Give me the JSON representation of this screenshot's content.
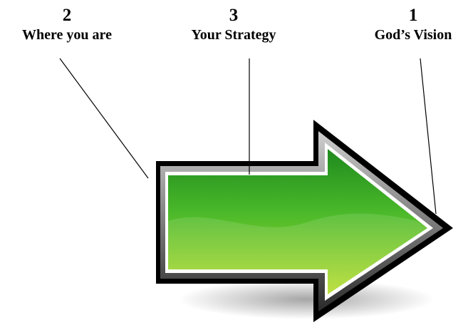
{
  "labels": [
    {
      "number": "2",
      "text": "Where you are"
    },
    {
      "number": "3",
      "text": "Your Strategy"
    },
    {
      "number": "1",
      "text": "God’s Vision"
    }
  ],
  "arrow": {
    "fill_top": "#1e8a1e",
    "fill_mid": "#4cba2a",
    "fill_bottom": "#b6dc2a",
    "border": "#000000",
    "bevel": "#8a8a8a",
    "highlight": "#ffffff"
  }
}
